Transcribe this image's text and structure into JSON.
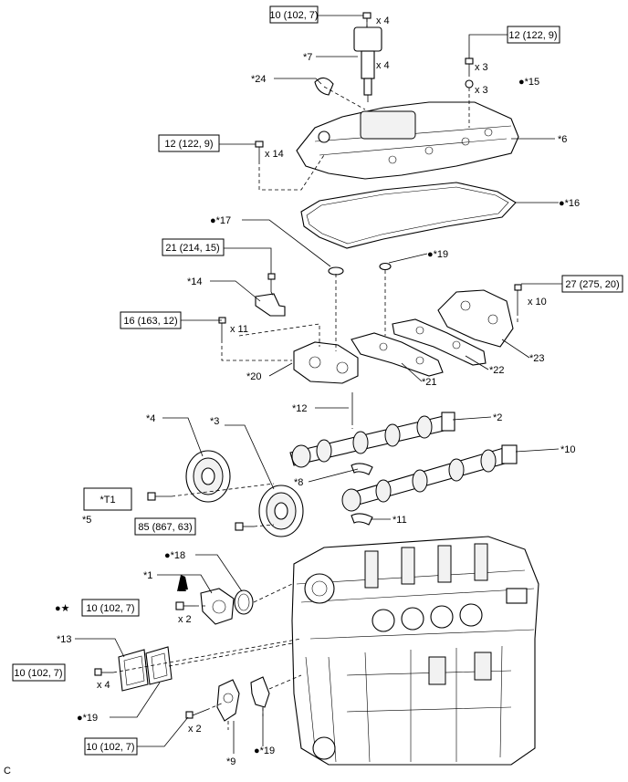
{
  "torque_boxes": {
    "t_top": "10 (102, 7)",
    "t_cover_r": "12 (122, 9)",
    "t_cover_l": "12 (122, 9)",
    "t_bracket": "21 (214, 15)",
    "t_cap_left": "16 (163, 12)",
    "t_cap_right": "27 (275, 20)",
    "t_tool": "*T1",
    "t_gear": "85 (867, 63)",
    "t_pump": "10 (102, 7)",
    "t_cover_plate": "10 (102, 7)",
    "t_bottom": "10 (102, 7)"
  },
  "quantities": {
    "q_top": "x 4",
    "q_coil": "x 4",
    "q_cover_r": "x 3",
    "q_seal_r": "x 3",
    "q_cover_l": "x 14",
    "q_cap_left": "x 11",
    "q_cap_right": "x 10",
    "q_pump": "x 2",
    "q_plate": "x 4",
    "q_bottom": "x 2"
  },
  "callouts": {
    "c7": "*7",
    "c24": "*24",
    "c15": "●*15",
    "c6": "*6",
    "c16": "●*16",
    "c17": "●*17",
    "c19a": "●*19",
    "c14": "*14",
    "c20": "*20",
    "c21": "*21",
    "c22": "*22",
    "c23": "*23",
    "c12": "*12",
    "c4": "*4",
    "c3": "*3",
    "c2": "*2",
    "c10": "*10",
    "c8": "*8",
    "c5": "*5",
    "c11": "*11",
    "c18": "●*18",
    "c1": "*1",
    "c_star": "●★",
    "c13": "*13",
    "c19b": "●*19",
    "c9": "*9",
    "c19c": "●*19"
  },
  "corner_letter": "C"
}
